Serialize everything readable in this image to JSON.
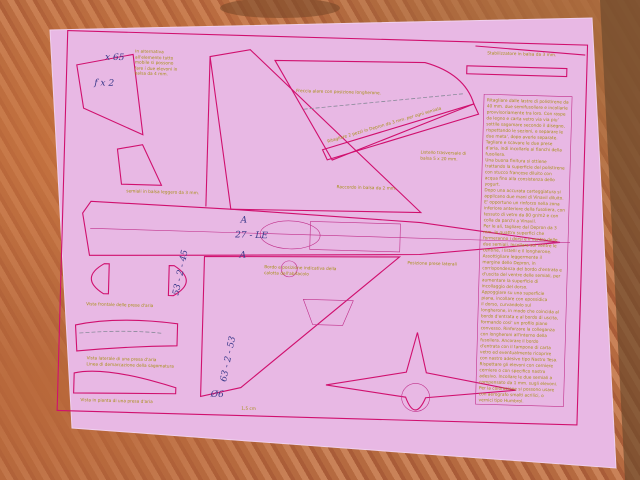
{
  "plan": {
    "labels": {
      "wing_sweep": "Freccia alare con posizione longherone.",
      "wing_cut": "Ritagliare 2 pezzi in Depron da 3 mm. per ogni semiala",
      "spar": "Listello trasversale di balsa 5 x 20 mm.",
      "fillet": "Raccordo in balsa da 2 mm.",
      "semiwings": "semiali in balsa leggero da 3 mm.",
      "intake_position": "Posizione prese laterali",
      "canopy_note": "Bordo e posizione indicativa della",
      "canopy_note2": "calotta dell'abitacolo",
      "intake_front": "Vista frontale delle prese d'aria",
      "intake_side": "Vista laterale di una presa d'aria",
      "demarcation": "Linea di demarcazione della sagomatura",
      "intake_top": "Vista in pianta di una presa d'aria",
      "stab_note": "Stabilizzatore in balsa da 3 mm.",
      "corner_note": "In alternativa all'elemento tutto mobile si possono fare i due elevoni in balsa da 4 mm.",
      "ruler": "1,5 cm"
    },
    "instructions": [
      "Ritagliare dalle lastre di polistirene da",
      "40 mm. due semifusoliere e incollarle",
      "provvisoriamente tra loro. Con raspe",
      "da legno e carta vetro via via piu'",
      "sottile sagomare secondo il disegno,",
      "rispettando le sezioni, e separare le",
      "due meta', dopo averle separate.",
      "Tagliare e scavare le due prese",
      "d'aria, indi incollarle ai fianchi della",
      "fusoliera.",
      "Una buona finitura si ottiene",
      "trattando la superficie del polistirene",
      "con stucco francese diluito con",
      "acqua fino alla consistenza dello",
      "yogurt.",
      "Dopo una accurata carteggiatura si",
      "applicano due mani di Vinavil diluito.",
      "E' opportuno un rinforzo nella zona",
      "inferiore anteriore della fusoliera, con",
      "tessuto di vetro da 80 gr/m2 e con",
      "colla da parchi a Vinavil.",
      "Per le ali, tagliare dal Depron da 3",
      "mm. le quattro superfici che",
      "formeranno i dorsi e il ventre delle",
      "due semiali. Incollare sul ventre le",
      "centine, i listelli e il longherone.",
      "Assottigliare leggermente il",
      "margine dello Depron, in",
      "corrispondenza del bordo d'entrata e",
      "d'uscita del ventre delle semiali, per",
      "aumentare la superficie di",
      "incollaggio del dorso.",
      "Appoggiare su una superficie",
      "piana, incollare con epossidica",
      "il dorso, curvandolo sul",
      "longherone, in modo che coincida al",
      "bordo d'entrata e al bordo di uscita,",
      "formando cosi' un profilo piano",
      "convesso. Rinforzare la colleganza",
      "con longheroni all'interno della",
      "fusoliera. Ancorare il bordo",
      "d'entrata con il tampone di carta",
      "vetro ed eventualmente ricoprire",
      "con nastro adesivo tipo Nastro Tesa.",
      "Rispettare gli elevoni con cerniere",
      "cerniere o con specifico nastro",
      "adesivo. Incollare le due semiali a",
      "compensato da 1 mm. sugli elevoni.",
      "Per la colorazione si possono usare",
      "con aerografo smalti acrilici, o",
      "vernici tipo Humbrol."
    ],
    "handwritten": {
      "count": "x 65",
      "fx2": "f x 2",
      "le": "27 - LE",
      "a1": "A",
      "a2": "A",
      "d6": "Ø6",
      "side1": "53 - 2 - 45",
      "side2": "63 - 2 - 53"
    }
  }
}
